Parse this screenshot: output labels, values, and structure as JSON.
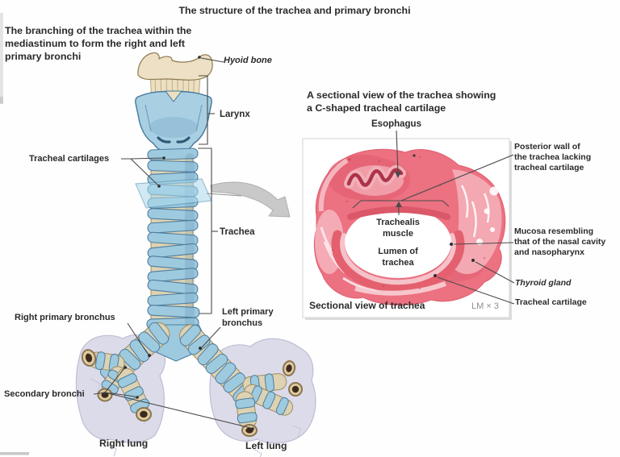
{
  "title": "The structure of the trachea and primary bronchi",
  "intro_caption": "The branching of the trachea within the\nmediastinum to form the right and left\nprimary bronchi",
  "anatomy_labels": {
    "hyoid_bone": "Hyoid bone",
    "larynx": "Larynx",
    "tracheal_cartilages": "Tracheal cartilages",
    "trachea": "Trachea",
    "right_primary_bronchus": "Right primary bronchus",
    "left_primary_bronchus": "Left primary\nbronchus",
    "secondary_bronchi": "Secondary bronchi",
    "right_lung": "Right lung",
    "left_lung": "Left lung"
  },
  "section_view": {
    "caption": "A sectional view of the trachea showing\na C-shaped tracheal cartilage",
    "labels": {
      "esophagus": "Esophagus",
      "posterior_wall": "Posterior wall of\nthe trachea lacking\ntracheal cartilage",
      "trachealis_muscle": "Trachealis\nmuscle",
      "lumen_of_trachea": "Lumen of\ntrachea",
      "mucosa": "Mucosa resembling\nthat of the nasal cavity\nand nasopharynx",
      "thyroid_gland": "Thyroid gland",
      "tracheal_cartilage": "Tracheal cartilage"
    },
    "footer_title": "Sectional view of trachea",
    "magnification": "LM × 3"
  },
  "colors": {
    "cartilage_blue": "#9ecadf",
    "cartilage_blue_outline": "#4e7d9e",
    "connective_cream": "#ddd2b2",
    "lung_lavender": "#dcdbe9",
    "histology_pink": "#ec7181",
    "histology_light_pink": "#f3a8b2",
    "arrow_gray": "#c9c9c9",
    "label_text": "#2a2a2a",
    "magnification_gray": "#8f8f8f",
    "background": "#ffffff"
  }
}
